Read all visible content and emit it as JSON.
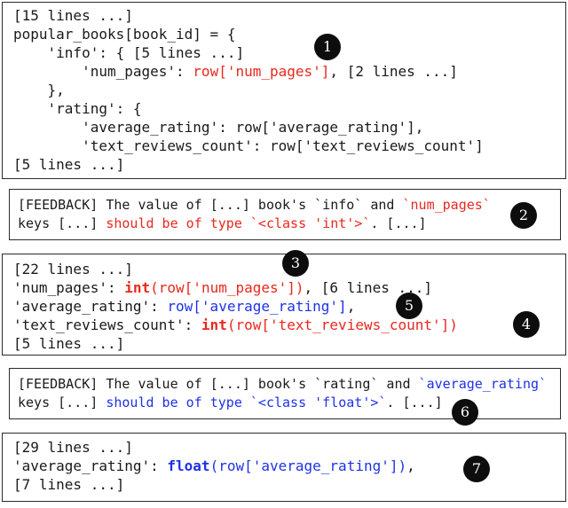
{
  "block1": {
    "lines": [
      "[15 lines ...]",
      "popular_books[book_id] = {",
      "    'info': { [5 lines ...]",
      "        'num_pages': ",
      "    },",
      "    'rating': {",
      "        'average_rating': row['average_rating'],",
      "        'text_reviews_count': row['text_reviews_count']",
      "[5 lines ...]"
    ],
    "num_pages_value": "row['num_pages']",
    "num_pages_suffix": ", [2 lines ...]"
  },
  "feedback1": {
    "part1": "[FEEDBACK] The value of [...] book's `info` and ",
    "key": "`num_pages`",
    "part2": "keys [...] ",
    "highlight": "should be of type `<class 'int'>`",
    "part3": ". [...]"
  },
  "block2": {
    "line1": "[22 lines ...]",
    "line2_prefix": "'num_pages': ",
    "line2_func": "int",
    "line2_args": "(row['num_pages'])",
    "line2_suffix": ", [6 lines ...]",
    "line3_prefix": "'average_rating': ",
    "line3_value": "row['average_rating']",
    "line3_suffix": ",",
    "line4_prefix": "'text_reviews_count': ",
    "line4_func": "int",
    "line4_args": "(row['text_reviews_count'])",
    "line5": "[5 lines ...]"
  },
  "feedback2": {
    "part1": "[FEEDBACK] The value of [...] book's `rating` and ",
    "key": "`average_rating`",
    "part2": "keys [...] ",
    "highlight": "should be of type `<class 'float'>`",
    "part3": ". [...]"
  },
  "block3": {
    "line1": "[29 lines ...]",
    "line2_prefix": "'average_rating': ",
    "line2_func": "float",
    "line2_args": "(row['average_rating'])",
    "line2_suffix": ",",
    "line3": "[7 lines ...]"
  },
  "badges": [
    "1",
    "2",
    "3",
    "4",
    "5",
    "6",
    "7"
  ],
  "colors": {
    "error_red": "#e8281e",
    "fix_blue": "#1e32e8",
    "badge_black": "#0d0d0d"
  }
}
